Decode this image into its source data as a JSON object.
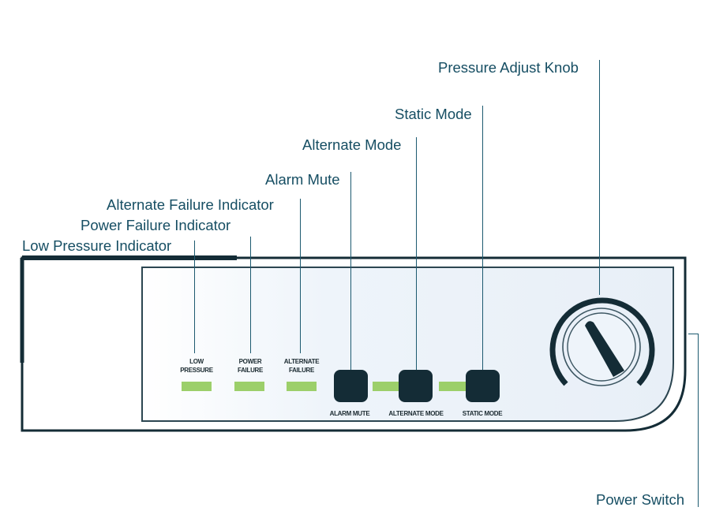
{
  "callouts": {
    "pressure_adjust_knob": "Pressure Adjust Knob",
    "static_mode": "Static Mode",
    "alternate_mode": "Alternate Mode",
    "alarm_mute": "Alarm Mute",
    "alternate_failure_indicator": "Alternate Failure Indicator",
    "power_failure_indicator": "Power Failure Indicator",
    "low_pressure_indicator": "Low Pressure Indicator",
    "power_switch": "Power Switch"
  },
  "panel": {
    "indicators": [
      {
        "line1": "LOW",
        "line2": "PRESSURE"
      },
      {
        "line1": "POWER",
        "line2": "FAILURE"
      },
      {
        "line1": "ALTERNATE",
        "line2": "FAILURE"
      }
    ],
    "buttons": [
      {
        "label": "ALARM MUTE"
      },
      {
        "label": "ALTERNATE MODE"
      },
      {
        "label": "STATIC MODE"
      }
    ]
  },
  "colors": {
    "text": "#164e63",
    "leader": "#1d5a70",
    "device_dark": "#142c36",
    "indicator_green": "#9ccf6a",
    "panel_light": "#eaf1f8"
  }
}
